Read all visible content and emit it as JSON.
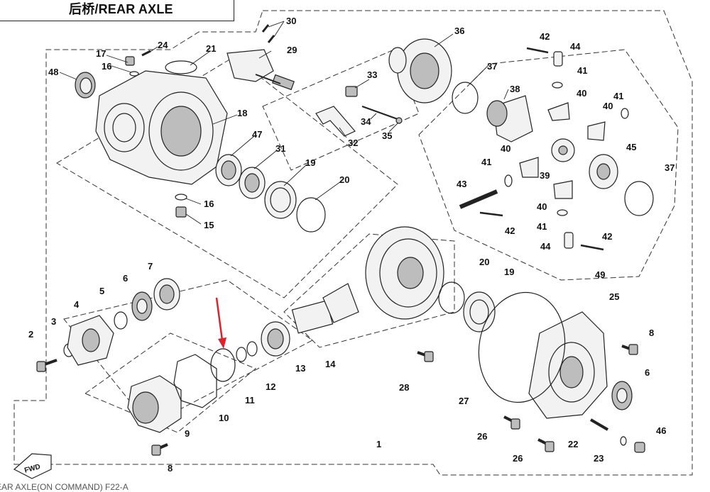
{
  "title": "后桥/REAR AXLE",
  "footer": "EAR AXLE(ON COMMAND)  F22-A",
  "fwd_label": "FWD",
  "callouts": [
    "1",
    "2",
    "3",
    "4",
    "5",
    "6",
    "7",
    "8",
    "9",
    "10",
    "11",
    "12",
    "13",
    "14",
    "15",
    "16",
    "17",
    "18",
    "19",
    "20",
    "21",
    "22",
    "23",
    "24",
    "25",
    "26",
    "27",
    "28",
    "29",
    "30",
    "31",
    "32",
    "33",
    "34",
    "35",
    "36",
    "37",
    "38",
    "39",
    "40",
    "41",
    "42",
    "43",
    "44",
    "45",
    "46",
    "47",
    "48",
    "49"
  ],
  "arrow_color": "#e0202a"
}
